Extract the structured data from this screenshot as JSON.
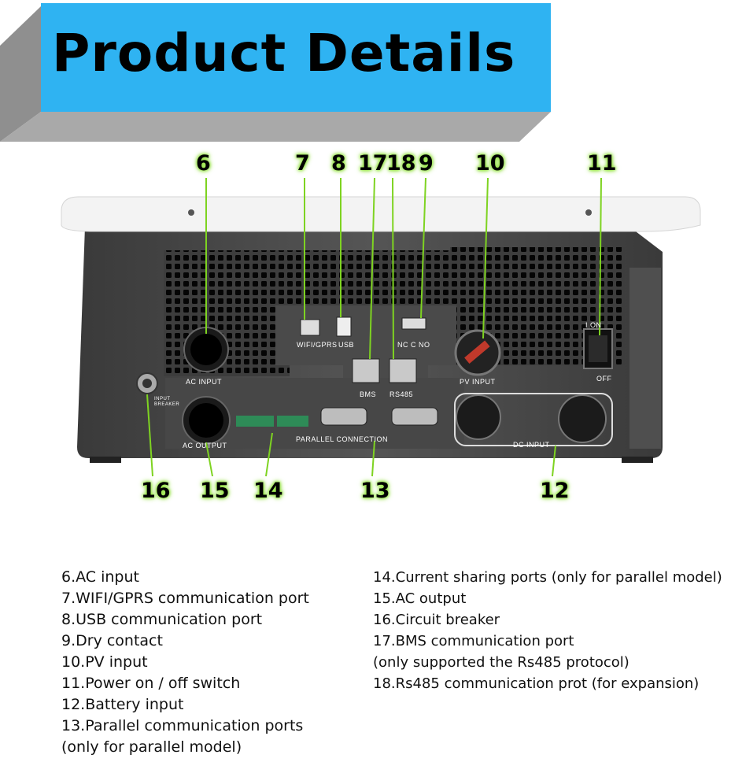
{
  "banner": {
    "title": "Product Details",
    "colors": {
      "accent": "#2fb3f2",
      "slab": "#a8a8a8"
    }
  },
  "callouts": {
    "c6": "6",
    "c7": "7",
    "c8": "8",
    "c17": "17",
    "c18": "18",
    "c9": "9",
    "c10": "10",
    "c11": "11",
    "c16": "16",
    "c15": "15",
    "c14": "14",
    "c13": "13",
    "c12": "12",
    "color": "#7ed321"
  },
  "panel_labels": {
    "ac_input": "AC  INPUT",
    "ac_output": "AC  OUTPUT",
    "wifi": "WIFI/GPRS",
    "usb": "USB",
    "dry": "NC  C  NO",
    "bms": "BMS",
    "rs485": "RS485",
    "pv_input": "PV  INPUT",
    "on": "I  ON",
    "off": "OFF",
    "parallel": "PARALLEL  CONNECTION",
    "dc_input": "DC  INPUT",
    "breaker": "INPUT BREAKER"
  },
  "descriptions": {
    "left": [
      "6.AC input",
      "7.WIFI/GPRS communication port",
      "8.USB communication port",
      "9.Dry contact",
      "10.PV input",
      "11.Power on / off switch",
      "12.Battery input",
      "13.Parallel communication ports",
      "(only for parallel model)"
    ],
    "right": [
      "14.Current sharing ports (only for parallel model)",
      "15.AC output",
      "16.Circuit breaker",
      "17.BMS communication  port",
      "(only supported the Rs485 protocol)",
      "18.Rs485 communication prot (for expansion)"
    ]
  }
}
